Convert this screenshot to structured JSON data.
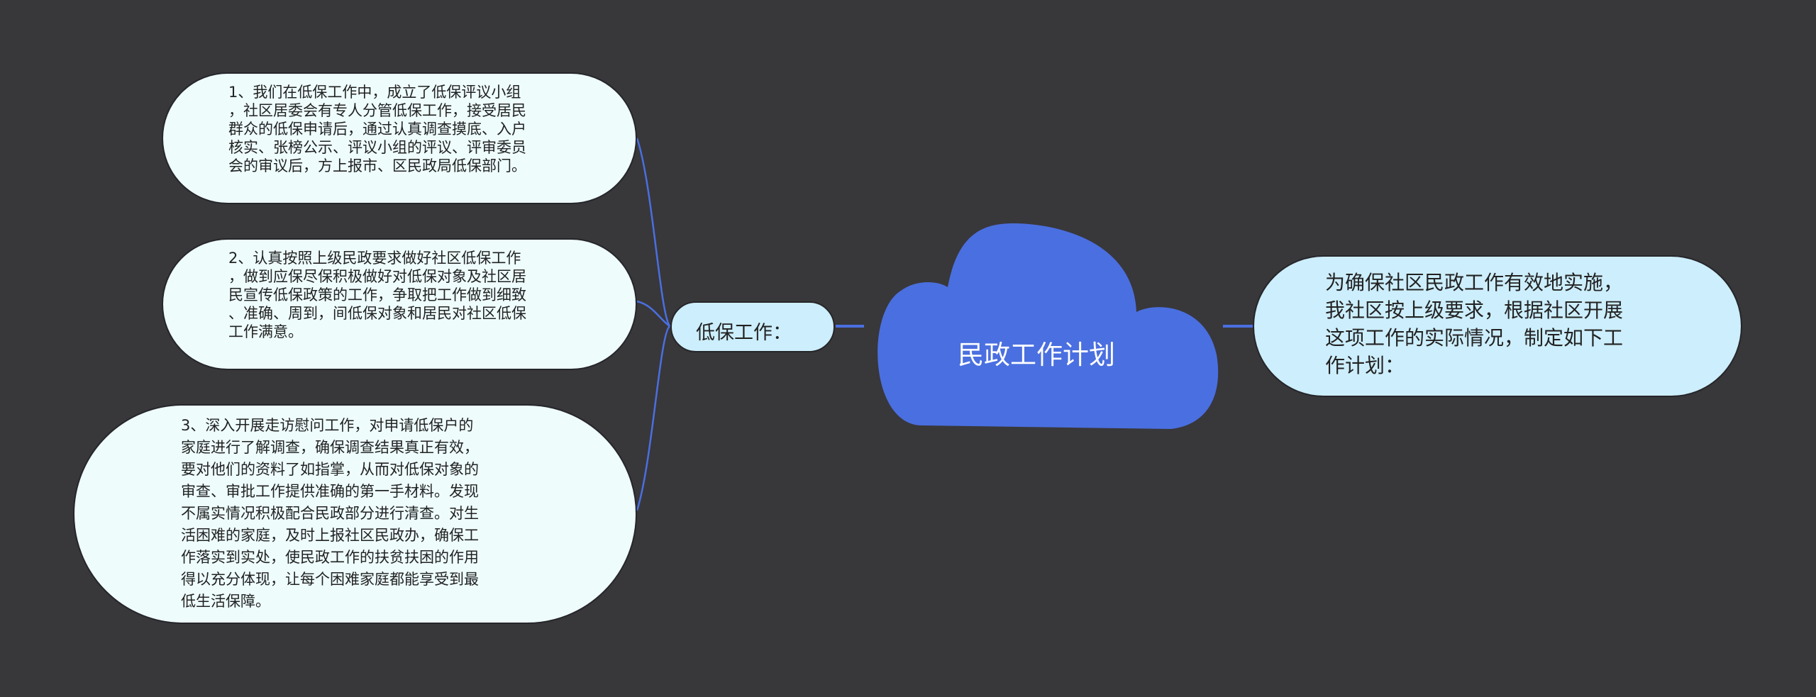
{
  "root": {
    "title": "民政工作计划",
    "color": "#4a6fe0"
  },
  "intro": {
    "text": "为确保社区民政工作有效地实施，我社区按上级要求，根据社区开展这项工作的实际情况，制定如下工作计划：",
    "lines": [
      "为确保社区民政工作有效地实施，",
      "我社区按上级要求，根据社区开展",
      "这项工作的实际情况，制定如下工",
      "作计划："
    ]
  },
  "branch": {
    "label": "低保工作："
  },
  "items": [
    {
      "lines": [
        "1、我们在低保工作中，成立了低保评议小组",
        "，社区居委会有专人分管低保工作，接受居民",
        "群众的低保申请后，通过认真调查摸底、入户",
        "核实、张榜公示、评议小组的评议、评审委员",
        "会的审议后，方上报市、区民政局低保部门。"
      ]
    },
    {
      "lines": [
        "2、认真按照上级民政要求做好社区低保工作",
        "，做到应保尽保积极做好对低保对象及社区居",
        "民宣传低保政策的工作，争取把工作做到细致",
        "、准确、周到，间低保对象和居民对社区低保",
        "工作满意。"
      ]
    },
    {
      "lines": [
        "3、深入开展走访慰问工作，对申请低保户的",
        "家庭进行了解调查，确保调查结果真正有效，",
        "要对他们的资料了如指掌，从而对低保对象的",
        "审查、审批工作提供准确的第一手材料。发现",
        "不属实情况积极配合民政部分进行清查。对生",
        "活困难的家庭，及时上报社区民政办，确保工",
        "作落实到实处，使民政工作的扶贫扶困的作用",
        "得以充分体现，让每个困难家庭都能享受到最",
        "低生活保障。"
      ]
    }
  ],
  "colors": {
    "background": "#38373a",
    "link": "#4a6fe0",
    "leaf_fill": "#eefcfc",
    "branch_fill": "#cdeefc"
  }
}
